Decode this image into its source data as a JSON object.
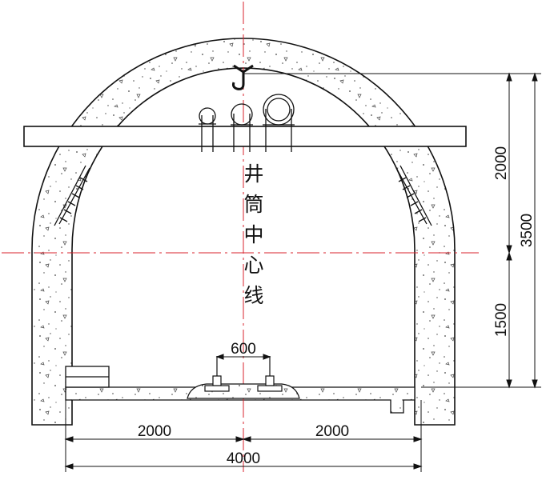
{
  "labels": {
    "center_line": [
      "井",
      "筒",
      "中",
      "心",
      "线"
    ],
    "dim_width_total": "4000",
    "dim_width_left": "2000",
    "dim_width_right": "2000",
    "dim_rail_gauge": "600",
    "dim_arch_height": "2000",
    "dim_wall_height": "1500",
    "dim_total_height": "3500"
  },
  "colors": {
    "line": "#111111",
    "center_line": "#d9232e",
    "concrete_fill": "#ffffff"
  }
}
